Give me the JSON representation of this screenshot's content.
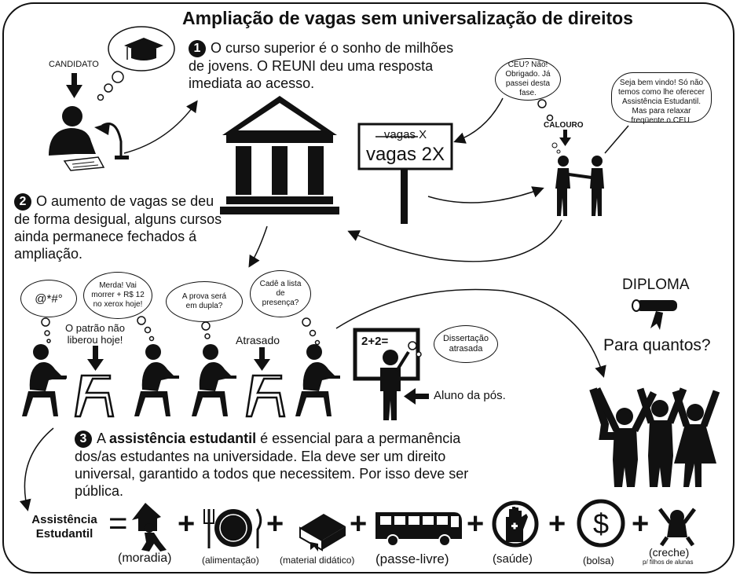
{
  "title": "Ampliação de vagas sem universalização de direitos",
  "step1": {
    "num": "1",
    "text": "O curso superior é o sonho de milhões de jovens. O REUNI deu uma resposta imediata ao acesso."
  },
  "step2": {
    "num": "2",
    "text": "O aumento de vagas se deu de forma desigual, alguns cursos ainda permanece fechados á ampliação."
  },
  "step3": {
    "num": "3",
    "prefix": "A ",
    "bold": "assistência estudantil",
    "text": " é essencial para a permanência dos/as estudantes na universidade. Ela deve ser um direito universal, garantido a todos que necessitem. Por isso deve ser pública."
  },
  "candidato_label": "CANDIDATO",
  "calouro_label": "CALOURO",
  "sign": {
    "old": "vagas X",
    "new": "vagas 2X"
  },
  "bubble_ceu": "CEU? Não! Obrigado. Já passei desta fase.",
  "bubble_welcome": "Seja bem vindo! Só não temos como lhe oferecer Assistência Estudantil. Mas para relaxar freqüente o CEU.",
  "bubble_curse": "@*#°",
  "bubble_xerox": "Merda! Vai morrer + R$ 12 no xerox hoje!",
  "bubble_prova": "A prova será em dupla?",
  "bubble_lista": "Cadê a lista de presença?",
  "bubble_dissertacao": "Dissertação atrasada",
  "patrao_label": "O patrão não liberou hoje!",
  "atrasado_label": "Atrasado",
  "aluno_pos_label": "Aluno da pós.",
  "board_text": "2+2=",
  "diploma_label": "DIPLOMA",
  "para_quantos": "Para quantos?",
  "assistencia_label": "Assistência Estudantil",
  "equals": "=",
  "plus": "+",
  "items": [
    {
      "label": "(moradia)",
      "icon": "house-person-icon"
    },
    {
      "label": "(alimentação)",
      "icon": "plate-icon"
    },
    {
      "label": "(material didático)",
      "icon": "book-icon"
    },
    {
      "label": "(passe-livre)",
      "icon": "bus-icon"
    },
    {
      "label": "(saúde)",
      "icon": "health-hand-icon"
    },
    {
      "label": "(bolsa)",
      "icon": "money-icon"
    },
    {
      "label": "(creche)",
      "icon": "baby-icon"
    }
  ],
  "creche_note": "p/ filhos de alunas"
}
